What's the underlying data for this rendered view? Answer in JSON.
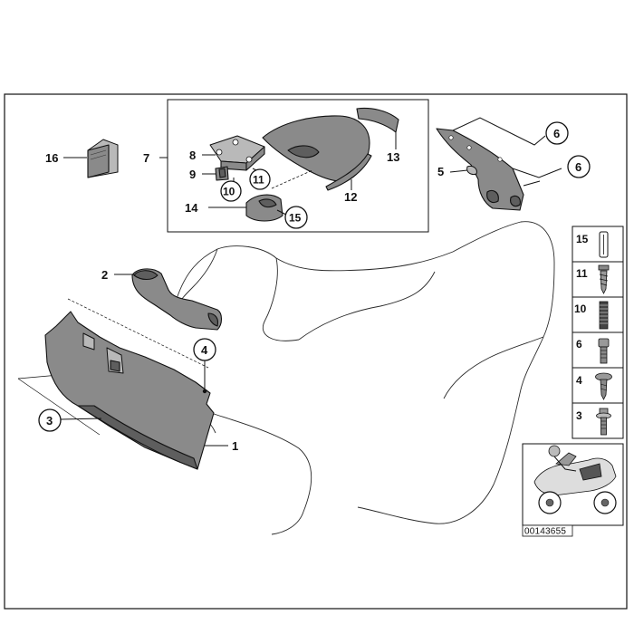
{
  "labels": {
    "l1": "1",
    "l2": "2",
    "l3": "3",
    "l4": "4",
    "l5": "5",
    "l6a": "6",
    "l6b": "6",
    "l7": "7",
    "l8": "8",
    "l9": "9",
    "l10": "10",
    "l11": "11",
    "l12": "12",
    "l13": "13",
    "l14": "14",
    "l15": "15",
    "l16": "16"
  },
  "fasteners": [
    {
      "number": "15",
      "icon": "expanding-rivet-icon"
    },
    {
      "number": "11",
      "icon": "self-tapping-screw-icon"
    },
    {
      "number": "10",
      "icon": "threaded-stud-icon"
    },
    {
      "number": "6",
      "icon": "collar-screw-icon"
    },
    {
      "number": "4",
      "icon": "flange-screw-icon"
    },
    {
      "number": "3",
      "icon": "washer-screw-icon"
    }
  ],
  "diagram_code": "00143655",
  "colors": {
    "line": "#111111",
    "part_fill": "#8a8a8a",
    "part_dark": "#5e5e5e",
    "background": "#ffffff"
  }
}
